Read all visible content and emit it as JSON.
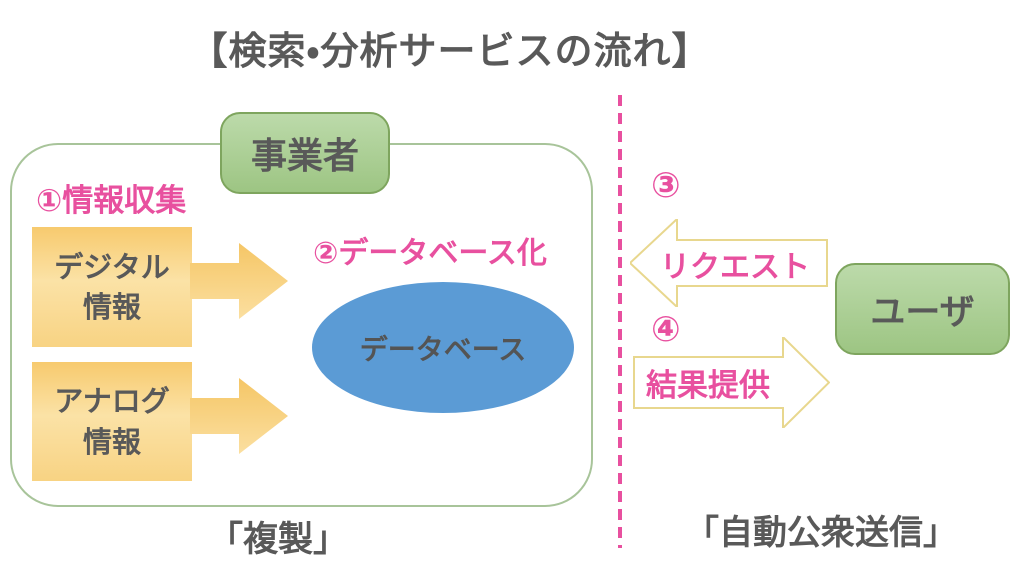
{
  "title": "【検索・分析サービスの流れ】",
  "operator": {
    "label": "事業者"
  },
  "steps": {
    "step1": "①情報収集",
    "step2": "②データベース化",
    "step3": "③",
    "step4": "④"
  },
  "sources": {
    "digital": {
      "line1": "デジタル",
      "line2": "情報"
    },
    "analog": {
      "line1": "アナログ",
      "line2": "情報"
    }
  },
  "database": {
    "label": "データベース"
  },
  "flows": {
    "request": "リクエスト",
    "result": "結果提供"
  },
  "user": {
    "label": "ユーザ"
  },
  "captions": {
    "left": "「複製」",
    "right": "「自動公衆送信」"
  },
  "colors": {
    "text_dark": "#595959",
    "pink": "#E8509F",
    "green_box_top": "#BCDAAA",
    "green_box_bottom": "#9DC583",
    "green_box_border": "#7EA55E",
    "container_border": "#A8C49A",
    "orange_top": "#F7CA6E",
    "orange_light": "#FBE2A6",
    "orange_bottom": "#F8D383",
    "orange_arrow_top": "#F5C666",
    "orange_arrow_bottom": "#FBDFA0",
    "blue_ellipse": "#5B9BD5",
    "white_arrow_border": "#E8D78E"
  }
}
